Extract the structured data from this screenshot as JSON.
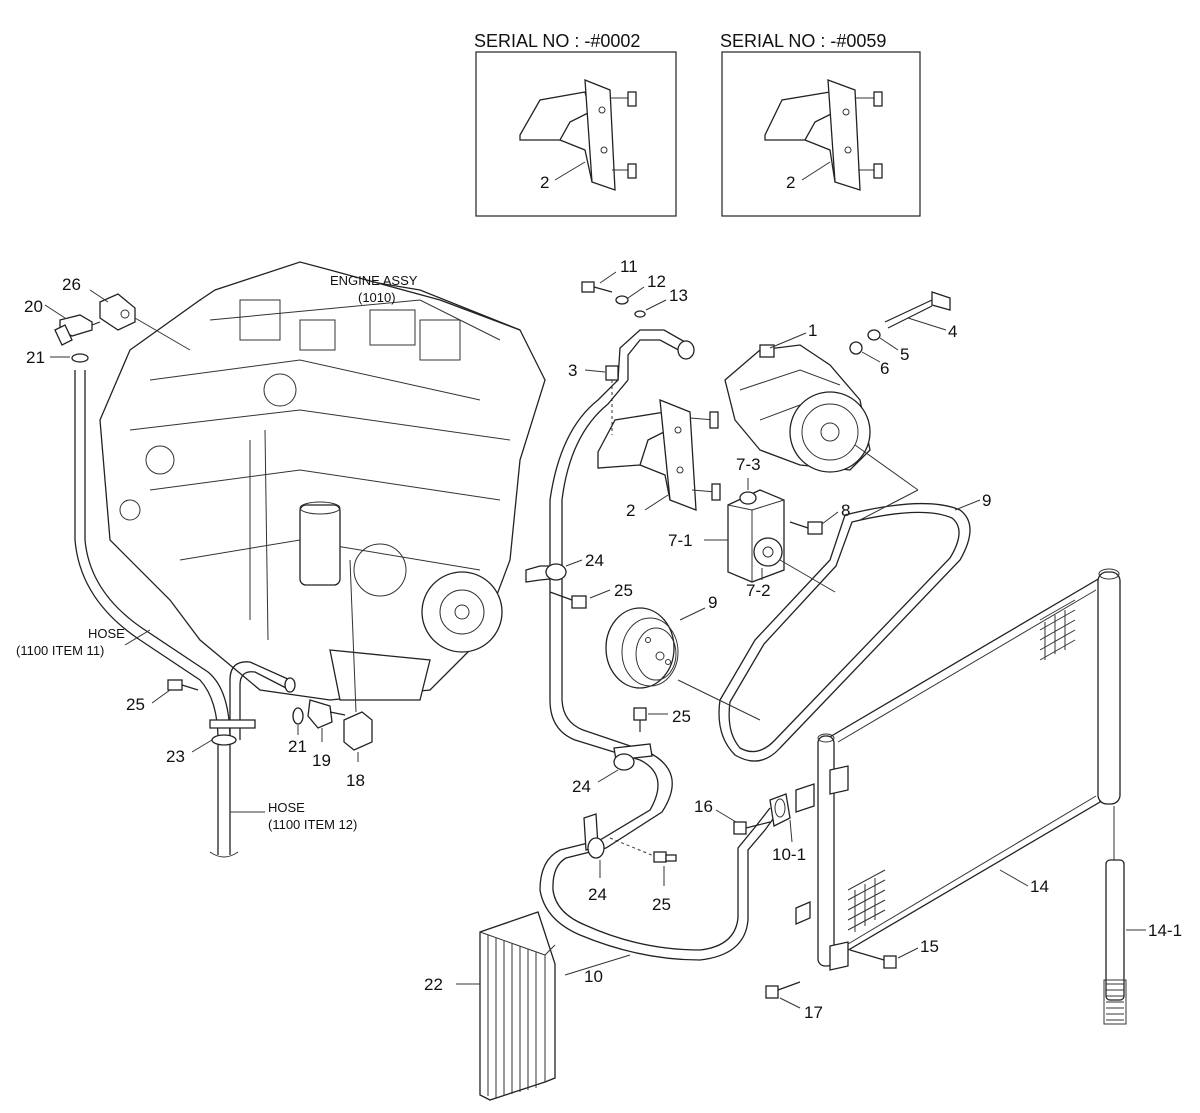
{
  "insets": [
    {
      "serial": "SERIAL NO : -#0002",
      "part": "2"
    },
    {
      "serial": "SERIAL NO : -#0059",
      "part": "2"
    }
  ],
  "notes": {
    "engine_line1": "ENGINE ASSY",
    "engine_line2": "(1010)",
    "hose11_line1": "HOSE",
    "hose11_line2": "(1100 ITEM 11)",
    "hose12_line1": "HOSE",
    "hose12_line2": "(1100 ITEM 12)"
  },
  "callouts": {
    "p1": "1",
    "p2": "2",
    "p3": "3",
    "p4": "4",
    "p5": "5",
    "p6": "6",
    "p7_1": "7-1",
    "p7_2": "7-2",
    "p7_3": "7-3",
    "p8": "8",
    "p9a": "9",
    "p9b": "9",
    "p10": "10",
    "p10_1": "10-1",
    "p11": "11",
    "p12": "12",
    "p13": "13",
    "p14": "14",
    "p14_1": "14-1",
    "p15": "15",
    "p16": "16",
    "p17": "17",
    "p18": "18",
    "p19": "19",
    "p20": "20",
    "p21a": "21",
    "p21b": "21",
    "p22": "22",
    "p23": "23",
    "p24a": "24",
    "p24b": "24",
    "p24c": "24",
    "p25a": "25",
    "p25b": "25",
    "p25c": "25",
    "p25d": "25",
    "p26": "26"
  }
}
